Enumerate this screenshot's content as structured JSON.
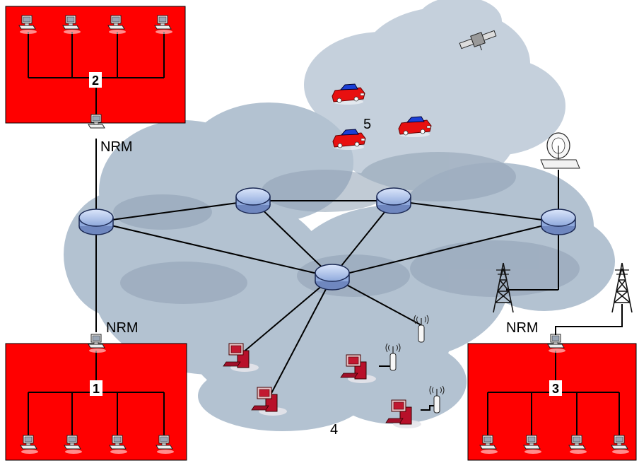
{
  "labels": {
    "nrm_top": "NRM",
    "nrm_left": "NRM",
    "nrm_right": "NRM",
    "zone_4": "4",
    "zone_5": "5"
  },
  "networks": [
    {
      "number": "1",
      "color": "#ff0000"
    },
    {
      "number": "2",
      "color": "#ff0000"
    },
    {
      "number": "3",
      "color": "#ff0000"
    }
  ],
  "colors": {
    "lan_box": "#ff0000",
    "cloud_fill": "#b7c6d5",
    "cloud_shade": "#8a9cb0",
    "router_fill": "#a9bfe8",
    "line": "#000000",
    "car_body": "#e81010",
    "car_roof": "#1a3fd6",
    "pc_red": "#e81020"
  },
  "icons": [
    "router-icon",
    "workstation-icon",
    "radio-tower-icon",
    "wireless-access-point-icon",
    "satellite-icon",
    "satellite-dish-icon",
    "car-icon",
    "wireless-pc-icon"
  ]
}
